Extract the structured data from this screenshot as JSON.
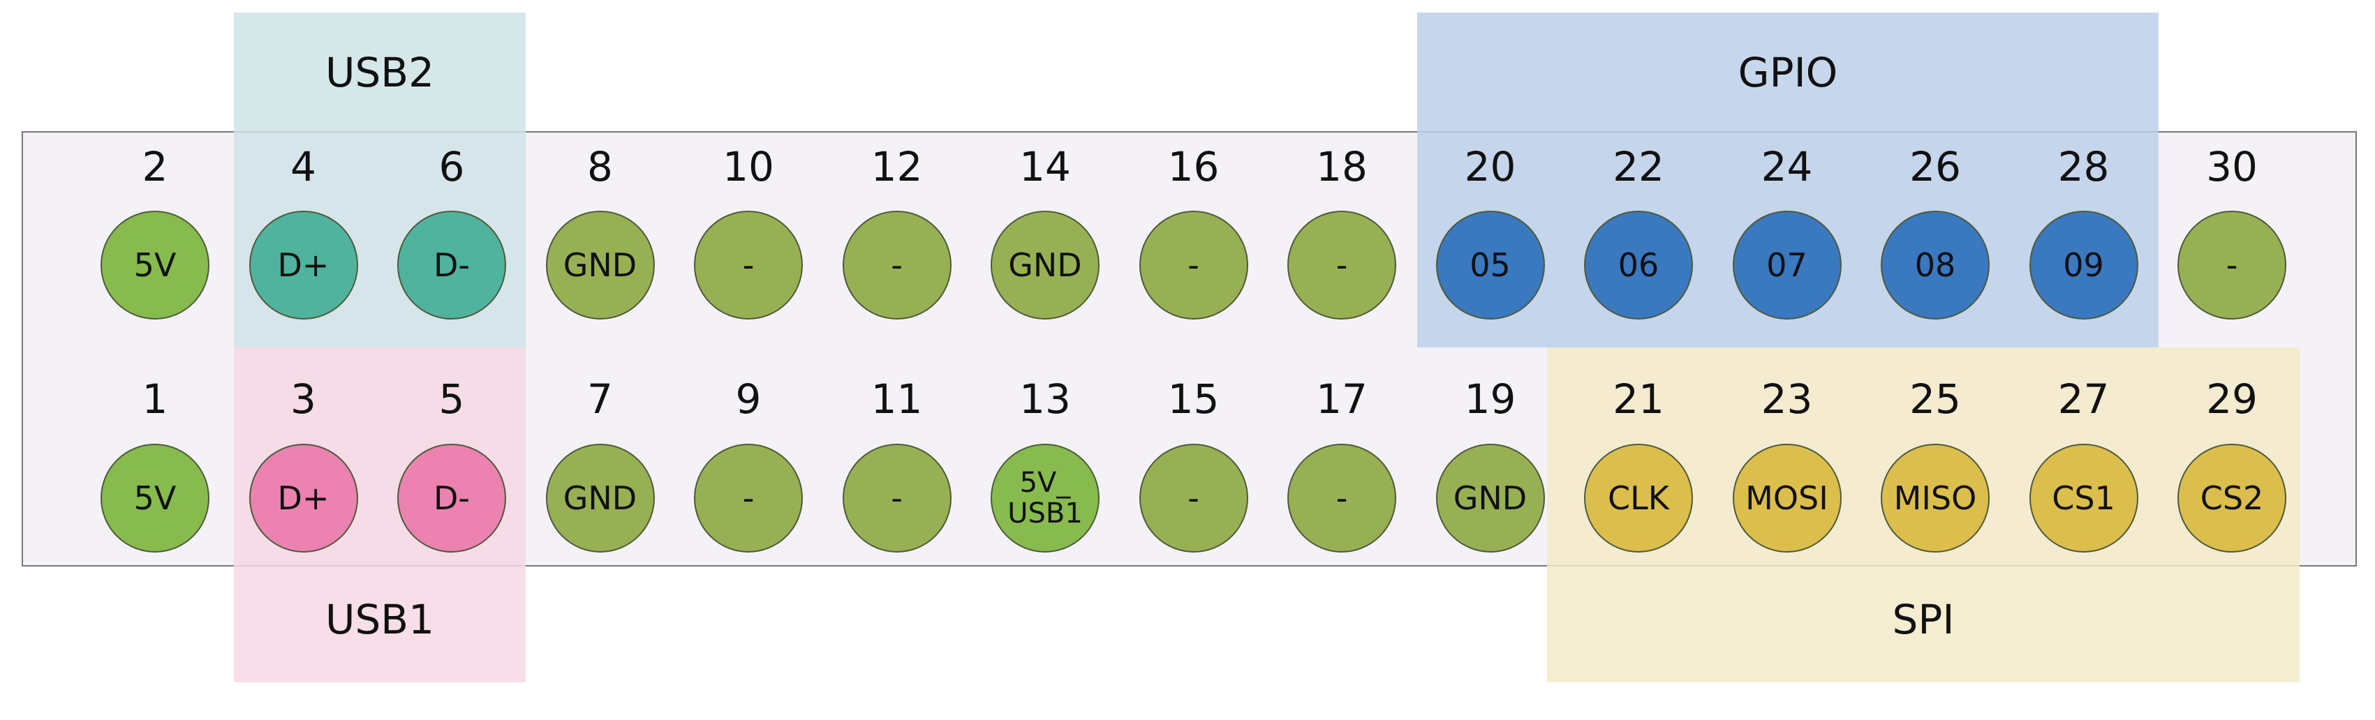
{
  "colors": {
    "usb2_region": "#cfe3e6",
    "usb1_region": "#f6d8e4",
    "gpio_region": "#bcd0ea",
    "spi_region": "#f3eac9",
    "header_bg": "#f4f2f6",
    "power": "#87bb4e",
    "neutral": "#97b054",
    "usb2_pin": "#4fb39e",
    "usb1_pin": "#eb82b0",
    "gpio_pin": "#3a78bf",
    "spi_pin": "#dcbe4c"
  },
  "groups": {
    "usb2": "USB2",
    "usb1": "USB1",
    "gpio": "GPIO",
    "spi": "SPI"
  },
  "top_row": [
    {
      "number": "2",
      "label": "5V",
      "kind": "power"
    },
    {
      "number": "4",
      "label": "D+",
      "kind": "usb2_pin"
    },
    {
      "number": "6",
      "label": "D-",
      "kind": "usb2_pin"
    },
    {
      "number": "8",
      "label": "GND",
      "kind": "neutral"
    },
    {
      "number": "10",
      "label": "-",
      "kind": "neutral"
    },
    {
      "number": "12",
      "label": "-",
      "kind": "neutral"
    },
    {
      "number": "14",
      "label": "GND",
      "kind": "neutral"
    },
    {
      "number": "16",
      "label": "-",
      "kind": "neutral"
    },
    {
      "number": "18",
      "label": "-",
      "kind": "neutral"
    },
    {
      "number": "20",
      "label": "05",
      "kind": "gpio_pin"
    },
    {
      "number": "22",
      "label": "06",
      "kind": "gpio_pin"
    },
    {
      "number": "24",
      "label": "07",
      "kind": "gpio_pin"
    },
    {
      "number": "26",
      "label": "08",
      "kind": "gpio_pin"
    },
    {
      "number": "28",
      "label": "09",
      "kind": "gpio_pin"
    },
    {
      "number": "30",
      "label": "-",
      "kind": "neutral"
    }
  ],
  "bottom_row": [
    {
      "number": "1",
      "label": "5V",
      "kind": "power"
    },
    {
      "number": "3",
      "label": "D+",
      "kind": "usb1_pin"
    },
    {
      "number": "5",
      "label": "D-",
      "kind": "usb1_pin"
    },
    {
      "number": "7",
      "label": "GND",
      "kind": "neutral"
    },
    {
      "number": "9",
      "label": "-",
      "kind": "neutral"
    },
    {
      "number": "11",
      "label": "-",
      "kind": "neutral"
    },
    {
      "number": "13",
      "label": "5V_\nUSB1",
      "kind": "power"
    },
    {
      "number": "15",
      "label": "-",
      "kind": "neutral"
    },
    {
      "number": "17",
      "label": "-",
      "kind": "neutral"
    },
    {
      "number": "19",
      "label": "GND",
      "kind": "neutral"
    },
    {
      "number": "21",
      "label": "CLK",
      "kind": "spi_pin"
    },
    {
      "number": "23",
      "label": "MOSI",
      "kind": "spi_pin"
    },
    {
      "number": "25",
      "label": "MISO",
      "kind": "spi_pin"
    },
    {
      "number": "27",
      "label": "CS1",
      "kind": "spi_pin"
    },
    {
      "number": "29",
      "label": "CS2",
      "kind": "spi_pin"
    }
  ]
}
